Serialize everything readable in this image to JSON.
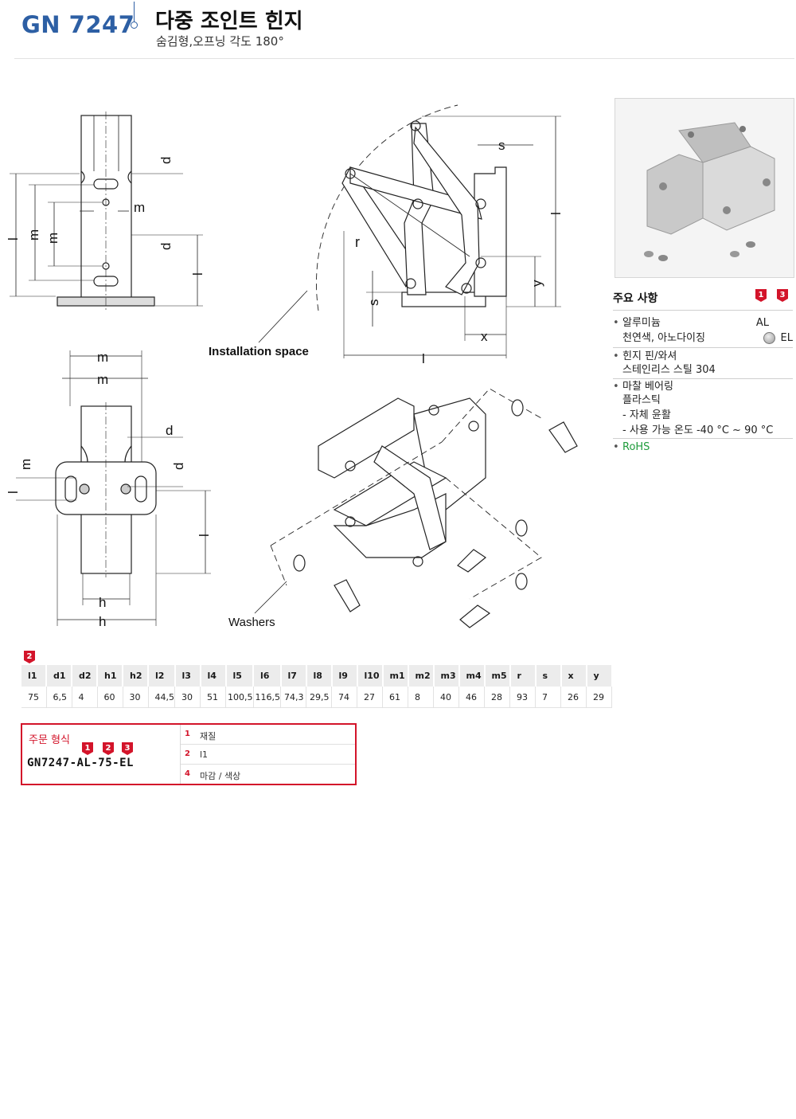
{
  "header": {
    "code": "GN 7247",
    "title": "다중 조인트 힌지",
    "subtitle": "숨김형,오프닝 각도 180°"
  },
  "drawing": {
    "labels": {
      "installation_space": "Installation space",
      "washers": "Washers",
      "d1": "d",
      "d2": "d",
      "m1": "m",
      "m2": "m",
      "m3": "m",
      "m4": "m",
      "m5": "m",
      "l1": "l",
      "l2": "l",
      "l3": "l",
      "l4": "l",
      "l5": "l",
      "l6": "l",
      "h1": "h",
      "h2": "h",
      "r": "r",
      "s": "s",
      "x": "x",
      "y": "y"
    }
  },
  "features": {
    "title": "주요 사항",
    "badges": [
      "1",
      "3"
    ],
    "items": [
      {
        "text": "알루미늄",
        "value": "AL"
      },
      {
        "text": "천연색, 아노다이징",
        "value": "EL"
      },
      {
        "text": "힌지 핀/와셔"
      },
      {
        "text": "스테인리스 스틸 304"
      },
      {
        "text": "마찰 베어링"
      },
      {
        "text": "플라스틱"
      },
      {
        "text": "- 자체 윤활"
      },
      {
        "text": "- 사용 가능 온도 -40 °C ~ 90 °C"
      },
      {
        "text": "RoHS"
      }
    ]
  },
  "table": {
    "badge": "2",
    "headers": [
      "l1",
      "d1",
      "d2",
      "h1",
      "h2",
      "l2",
      "l3",
      "l4",
      "l5",
      "l6",
      "l7",
      "l8",
      "l9",
      "l10",
      "m1",
      "m2",
      "m3",
      "m4",
      "m5",
      "r",
      "s",
      "x",
      "y"
    ],
    "row": [
      "75",
      "6,5",
      "4",
      "60",
      "30",
      "44,5",
      "30",
      "51",
      "100,5",
      "116,5",
      "74,3",
      "29,5",
      "74",
      "27",
      "61",
      "8",
      "40",
      "46",
      "28",
      "93",
      "7",
      "26",
      "29"
    ]
  },
  "order": {
    "title": "주문 형식",
    "badges": [
      "1",
      "2",
      "3"
    ],
    "code": "GN7247-AL-75-EL",
    "rows": [
      {
        "num": "1",
        "label": "재질"
      },
      {
        "num": "2",
        "label": "l1"
      },
      {
        "num": "4",
        "label": "마감 / 색상"
      }
    ]
  },
  "colors": {
    "brand_blue": "#2d5fa4",
    "accent_red": "#d3142a",
    "rohs_green": "#1f9c3c"
  }
}
